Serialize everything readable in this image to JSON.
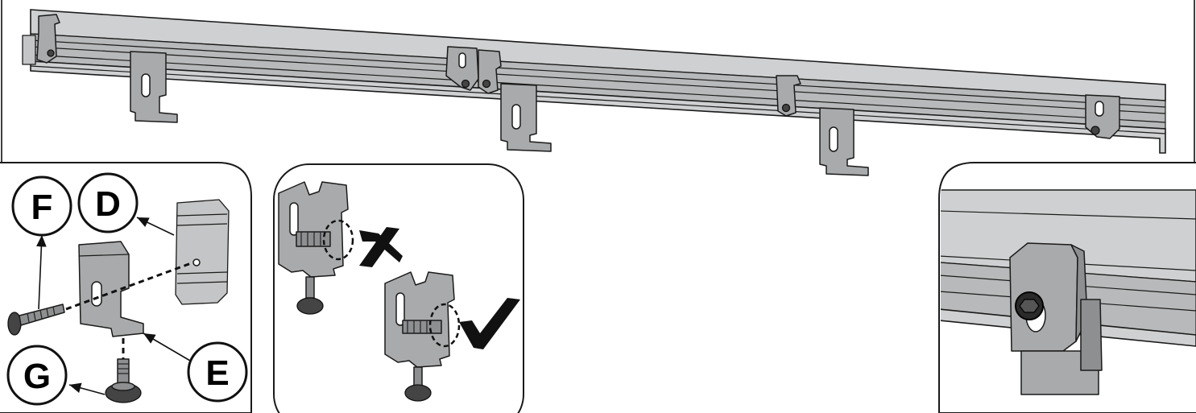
{
  "callouts": {
    "F": "F",
    "D": "D",
    "G": "G",
    "E": "E"
  },
  "icons": {
    "wrong": "cross-mark",
    "right": "check-mark"
  },
  "colors": {
    "aluminum": "#cfd0d1",
    "aluminum_dark": "#a9aaab",
    "outline": "#1a1a1a"
  }
}
